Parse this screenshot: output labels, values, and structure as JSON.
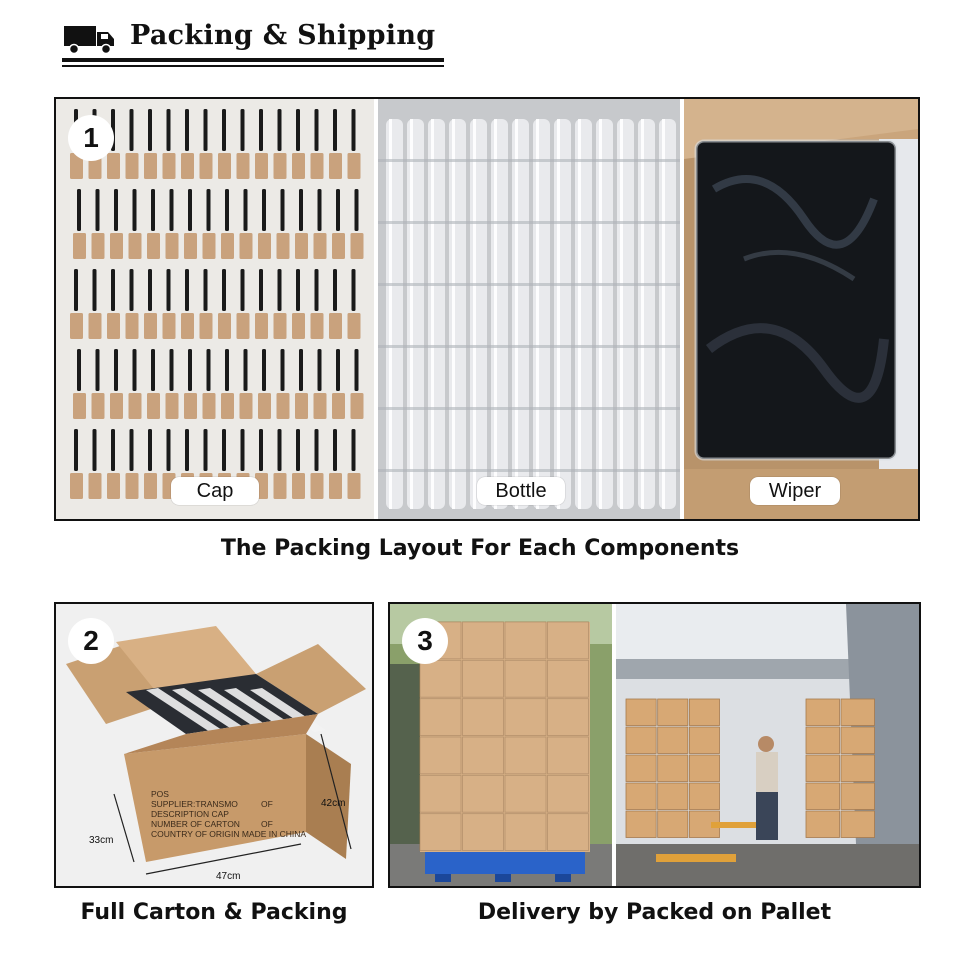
{
  "header": {
    "title": "Packing & Shipping",
    "icon": "truck-icon"
  },
  "section1": {
    "badge": "1",
    "labels": [
      "Cap",
      "Bottle",
      "Wiper"
    ],
    "caption": "The Packing Layout For Each Components"
  },
  "section2": {
    "badge": "2",
    "carton_text": [
      "POS",
      "SUPPLIER:TRANSMO",
      "DESCRIPTION CAP",
      "NUMBER OF CARTON",
      "COUNTRY OF ORIGIN MADE IN CHINA",
      "OF",
      "OF"
    ],
    "dims": {
      "height": "42cm",
      "depth": "33cm",
      "width": "47cm"
    },
    "caption": "Full Carton & Packing"
  },
  "section3": {
    "badge": "3",
    "caption": "Delivery by Packed on Pallet"
  },
  "colors": {
    "kraft": "#c79a6a",
    "pallet_blue": "#2a63c9",
    "wiper_black": "#15181c"
  }
}
